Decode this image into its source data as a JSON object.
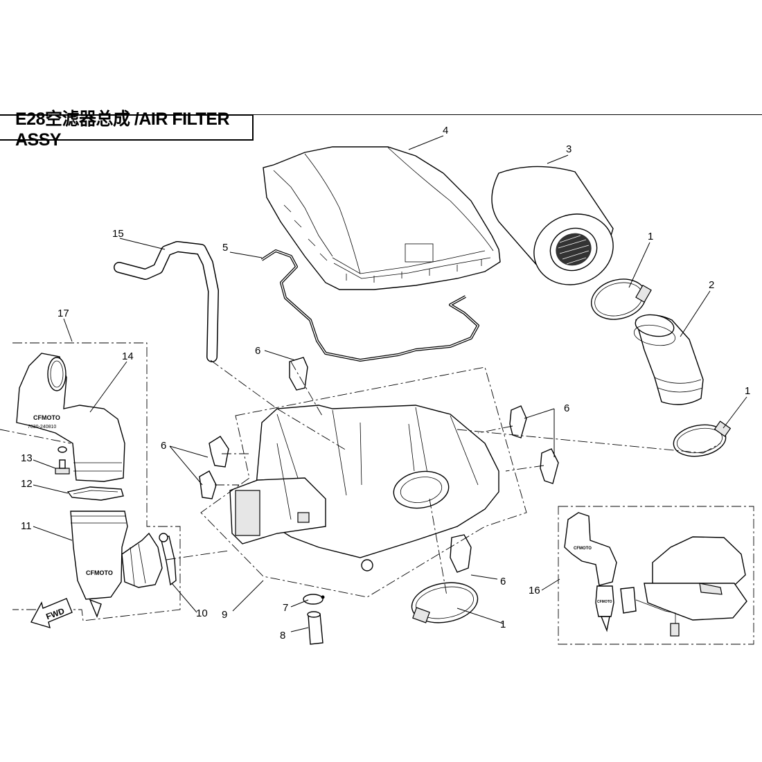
{
  "title": "E28空滤器总成 /AIR FILTER ASSY",
  "callouts": {
    "c1a": "1",
    "c1b": "1",
    "c1c": "1",
    "c2": "2",
    "c3": "3",
    "c4": "4",
    "c5": "5",
    "c6a": "6",
    "c6b": "6",
    "c6c": "6",
    "c6d": "6",
    "c7": "7",
    "c8": "8",
    "c9": "9",
    "c10": "10",
    "c11": "11",
    "c12": "12",
    "c13": "13",
    "c14": "14",
    "c15": "15",
    "c16": "16",
    "c17": "17"
  },
  "markings": {
    "brand": "CFMOTO",
    "part_code": "7030-240810",
    "fwd": "FWD"
  }
}
